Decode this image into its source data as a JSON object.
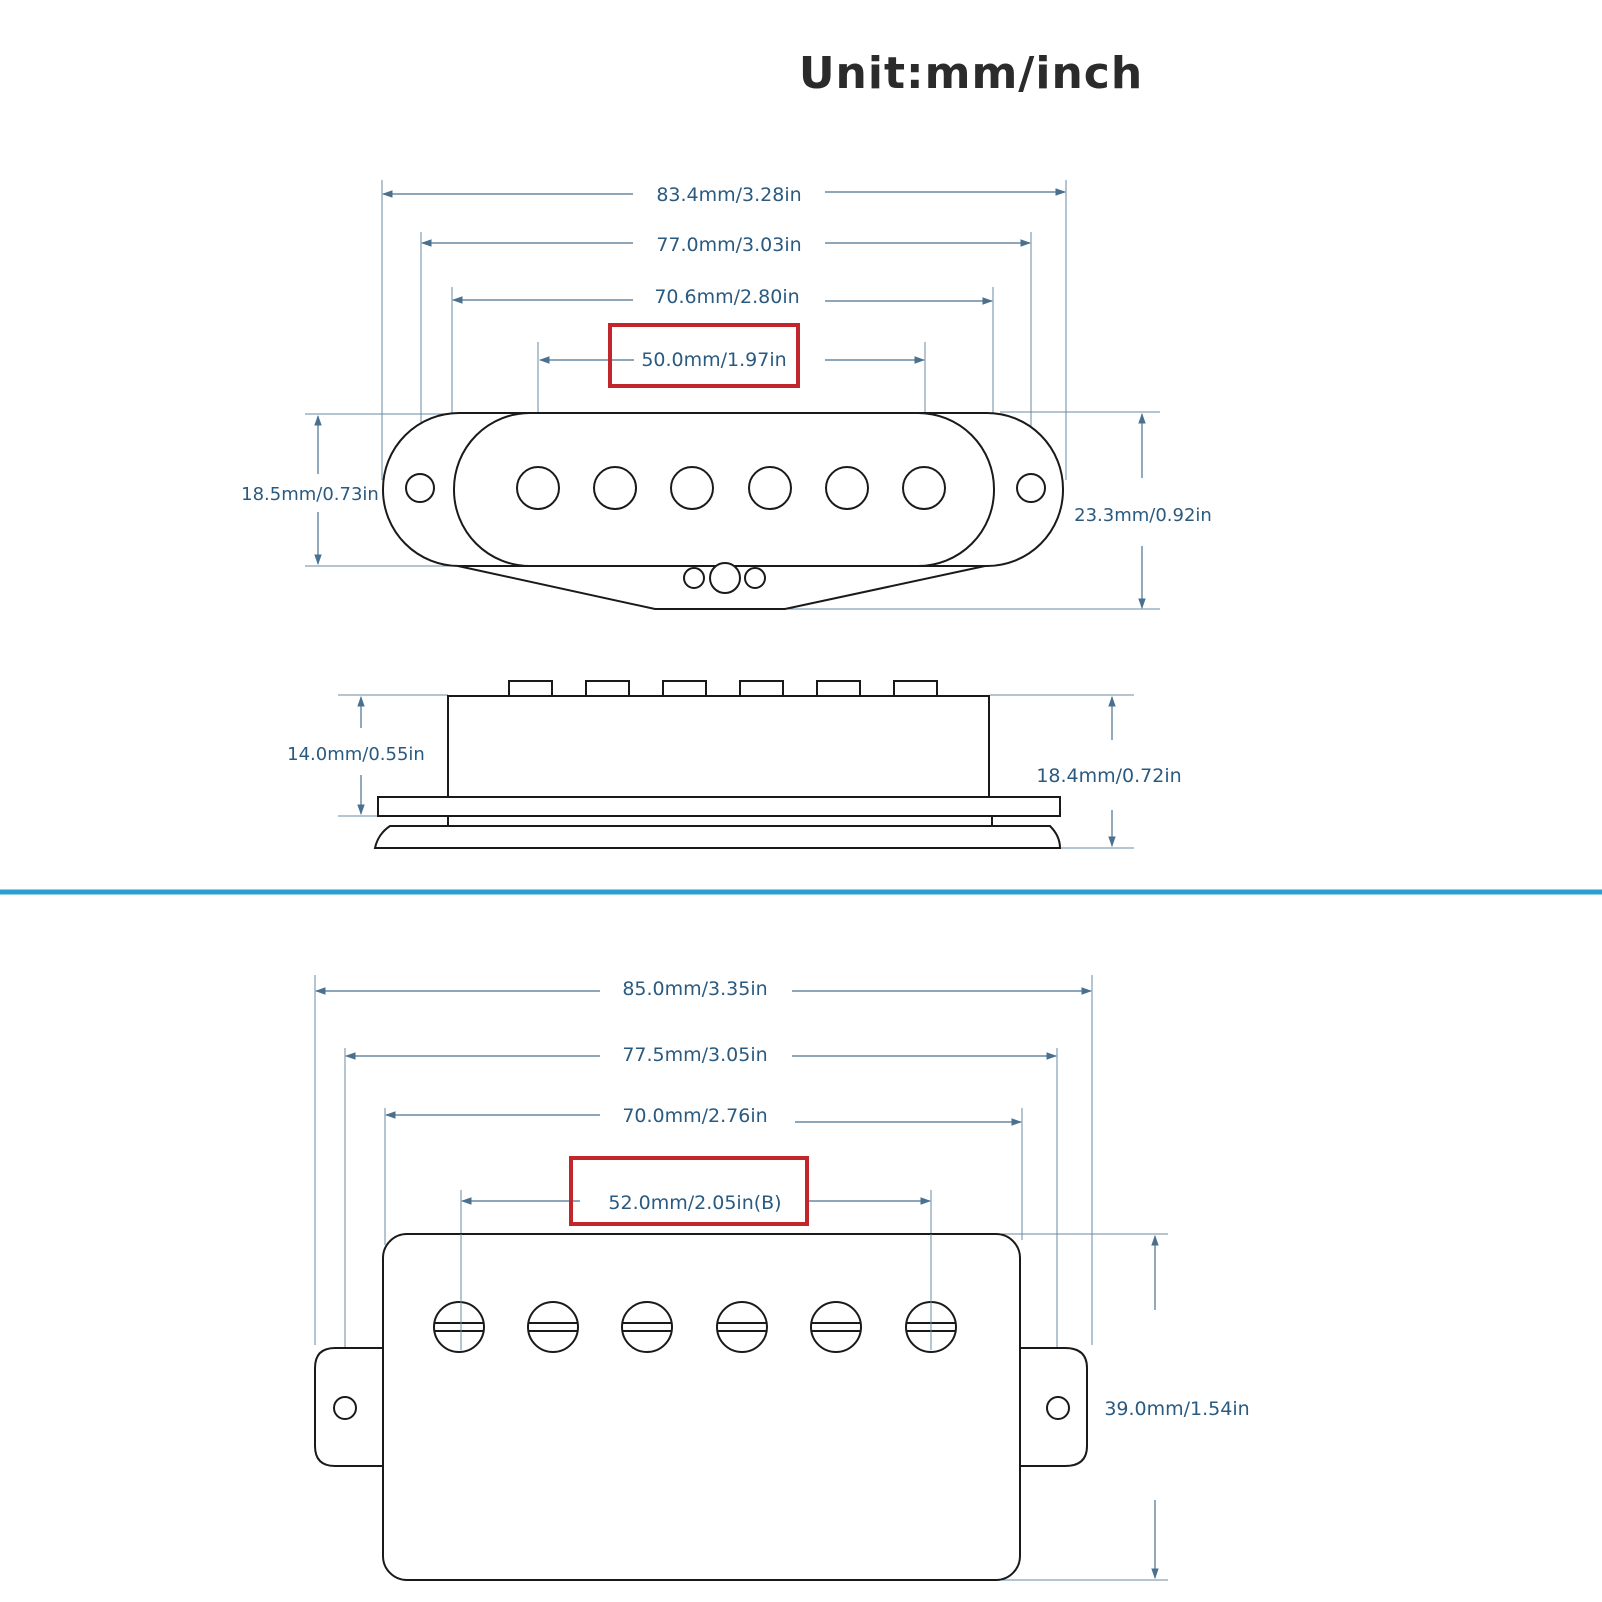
{
  "title": "Unit:mm/inch",
  "colors": {
    "dimension_line": "#4a7090",
    "dimension_text": "#2a5a80",
    "outline": "#1a1a1a",
    "highlight_box": "#c0262c",
    "divider": "#2a9fd0"
  },
  "single_coil": {
    "top_view": {
      "total_length": "83.4mm/3.28in",
      "mount_hole_spacing": "77.0mm/3.03in",
      "cover_length": "70.6mm/2.80in",
      "pole_spacing": "50.0mm/1.97in",
      "cover_width": "18.5mm/0.73in",
      "overall_width": "23.3mm/0.92in"
    },
    "side_view": {
      "body_height": "14.0mm/0.55in",
      "total_height": "18.4mm/0.72in"
    }
  },
  "humbucker": {
    "total_length": "85.0mm/3.35in",
    "mount_hole_spacing": "77.5mm/3.05in",
    "cover_length": "70.0mm/2.76in",
    "pole_spacing": "52.0mm/2.05in(B)",
    "width": "39.0mm/1.54in"
  }
}
